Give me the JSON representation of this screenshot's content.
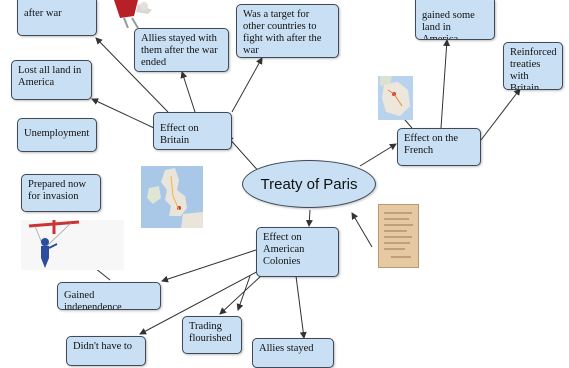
{
  "center": {
    "label": "Treaty of Paris"
  },
  "britain": {
    "hub": "Effect on Britain",
    "after_war": "after war",
    "allies_stayed": "Allies stayed with them after the war ended",
    "target": "Was a target for other countries to fight with after the war",
    "lost_land": "Lost all land in America",
    "unemployment": "Unemployment"
  },
  "french": {
    "hub": "Effect on the French",
    "gained_land": "gained some land in America",
    "treaties": "Reinforced treaties with Britain"
  },
  "colonies": {
    "hub": "Effect on American Colonies",
    "prepared": "Prepared now for invasion",
    "independence": "Gained independence",
    "didnt_have_to": "Didn't have to",
    "trading": "Trading flourished",
    "allies_stayed": "Allies stayed"
  },
  "images": {
    "king_figure": "figure-image",
    "uk_map": "uk-map-image",
    "france_map": "france-map-image",
    "treaty_document": "document-image",
    "puppet_cross": "puppet-cross-image"
  }
}
